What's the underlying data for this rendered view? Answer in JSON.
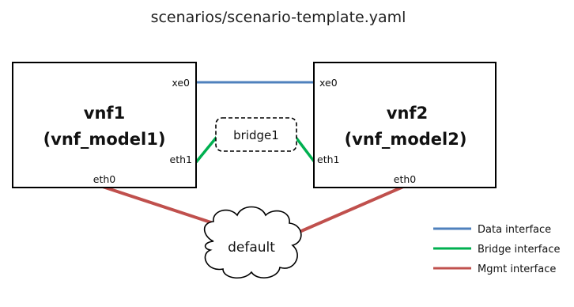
{
  "title": "scenarios/scenario-template.yaml",
  "colors": {
    "data": "#4f81bd",
    "bridge": "#00b050",
    "mgmt": "#c0504d",
    "box_border": "#000000"
  },
  "vnf1": {
    "name": "vnf1",
    "model": "(vnf_model1)",
    "ports": {
      "xe0": "xe0",
      "eth1": "eth1",
      "eth0": "eth0"
    }
  },
  "vnf2": {
    "name": "vnf2",
    "model": "(vnf_model2)",
    "ports": {
      "xe0": "xe0",
      "eth1": "eth1",
      "eth0": "eth0"
    }
  },
  "bridge": {
    "label": "bridge1"
  },
  "network": {
    "label": "default",
    "icon": "cloud-icon"
  },
  "legend": [
    {
      "label": "Data interface",
      "color": "#4f81bd"
    },
    {
      "label": "Bridge interface",
      "color": "#00b050"
    },
    {
      "label": "Mgmt interface",
      "color": "#c0504d"
    }
  ]
}
